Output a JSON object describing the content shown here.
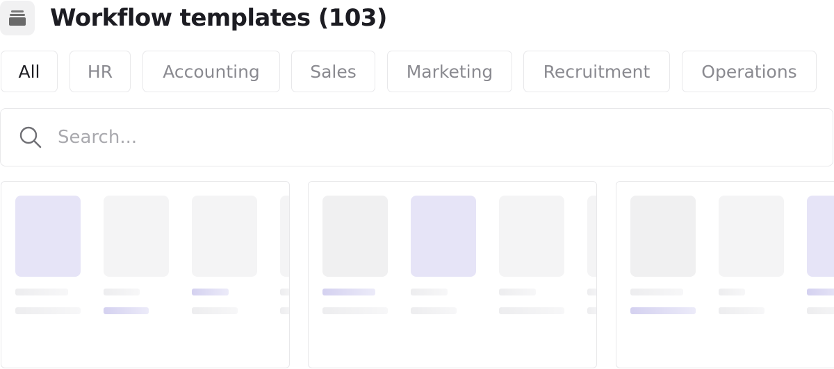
{
  "header": {
    "title": "Workflow templates (103)",
    "icon": "layers-stack-icon"
  },
  "tabs": [
    {
      "label": "All",
      "active": true
    },
    {
      "label": "HR",
      "active": false
    },
    {
      "label": "Accounting",
      "active": false
    },
    {
      "label": "Sales",
      "active": false
    },
    {
      "label": "Marketing",
      "active": false
    },
    {
      "label": "Recruitment",
      "active": false
    },
    {
      "label": "Operations",
      "active": false
    }
  ],
  "search": {
    "placeholder": "Search...",
    "value": ""
  },
  "colors": {
    "accent_lavender": "#e6e4f7",
    "border": "#e8e8ea",
    "text": "#1c1c22",
    "muted_text": "#8a8a90"
  }
}
